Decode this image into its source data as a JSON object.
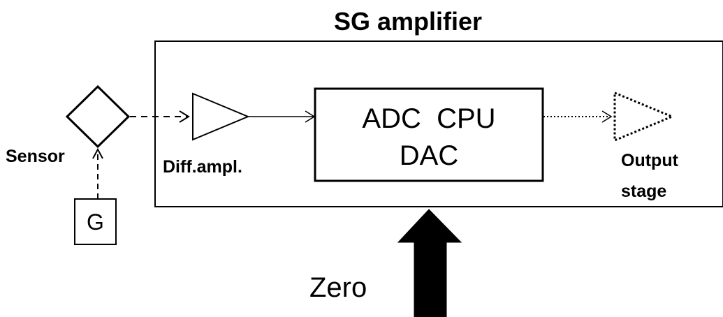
{
  "diagram": {
    "title": "SG amplifier",
    "sensor_label": "Sensor",
    "g_label": "G",
    "diff_label": "Diff.ampl.",
    "block_line1": "ADC  CPU",
    "block_line2": "DAC",
    "output_line1": "Output",
    "output_line2": "stage",
    "zero_label": "Zero"
  },
  "colors": {
    "stroke": "#000000",
    "background": "#ffffff"
  }
}
